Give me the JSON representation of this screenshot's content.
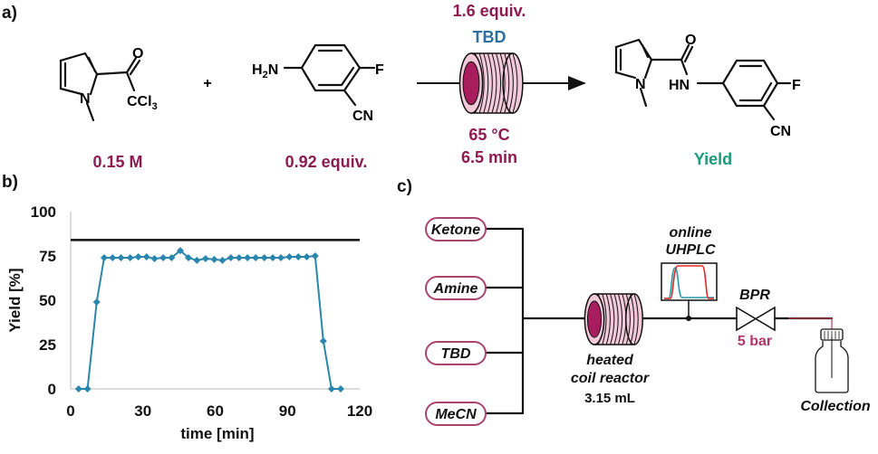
{
  "panels": {
    "a": "a)",
    "b": "b)",
    "c": "c)"
  },
  "reaction": {
    "reactant1": {
      "label_conc": "0.15 M",
      "atoms": {
        "O": "O",
        "N": "N",
        "ccl3": "CCl",
        "ccl3_sub": "3"
      }
    },
    "plus": "+",
    "reactant2": {
      "label_equiv": "0.92 equiv.",
      "atoms": {
        "H": "H",
        "sub2": "2",
        "N": "N",
        "F": "F",
        "CN": "CN"
      }
    },
    "conditions": {
      "base_equiv": "1.6 equiv.",
      "base": "TBD",
      "temperature": "65 °C",
      "time": "6.5 min"
    },
    "product": {
      "label": "Yield",
      "atoms": {
        "O": "O",
        "N": "N",
        "HN": "HN",
        "F": "F",
        "CN": "CN"
      }
    }
  },
  "colors": {
    "maroon": "#8e1a52",
    "tbd_blue": "#2e6f9e",
    "yield_green": "#1a9a7a",
    "series": "#2b86ad",
    "coil": "#c9497f"
  },
  "chart_data": {
    "type": "line",
    "xlabel": "time  [min]",
    "ylabel": "Yield [%]",
    "xlim": [
      0,
      120
    ],
    "ylim": [
      0,
      100
    ],
    "xticks": [
      0,
      30,
      60,
      90,
      120
    ],
    "yticks": [
      0,
      25,
      50,
      75,
      100
    ],
    "reference_line": 84,
    "series": [
      {
        "name": "Yield",
        "x": [
          3.3,
          7.0,
          10.8,
          13.9,
          17.4,
          20.9,
          24.7,
          28.1,
          31.5,
          34.8,
          38.4,
          41.9,
          45.5,
          48.9,
          52.4,
          56.0,
          59.6,
          63.0,
          66.5,
          69.9,
          73.4,
          76.8,
          80.4,
          83.9,
          87.3,
          90.8,
          94.5,
          98.0,
          101.5,
          104.9,
          108.3,
          112.1
        ],
        "y": [
          0,
          0,
          49,
          74,
          74,
          74,
          74,
          74.5,
          74.5,
          73.5,
          74,
          74,
          78,
          74,
          72.5,
          73.5,
          73,
          72.5,
          74,
          74,
          74,
          74,
          74,
          74,
          74,
          74.5,
          74.5,
          74.5,
          75,
          27,
          0,
          0
        ]
      }
    ]
  },
  "flow": {
    "inputs": [
      "Ketone",
      "Amine",
      "TBD",
      "MeCN"
    ],
    "reactor": {
      "line1": "heated",
      "line2": "coil reactor",
      "volume": "3.15 mL"
    },
    "analyzer": {
      "line1": "online",
      "line2": "UHPLC"
    },
    "bpr": {
      "label": "BPR",
      "pressure": "5 bar"
    },
    "collection": "Collection"
  }
}
